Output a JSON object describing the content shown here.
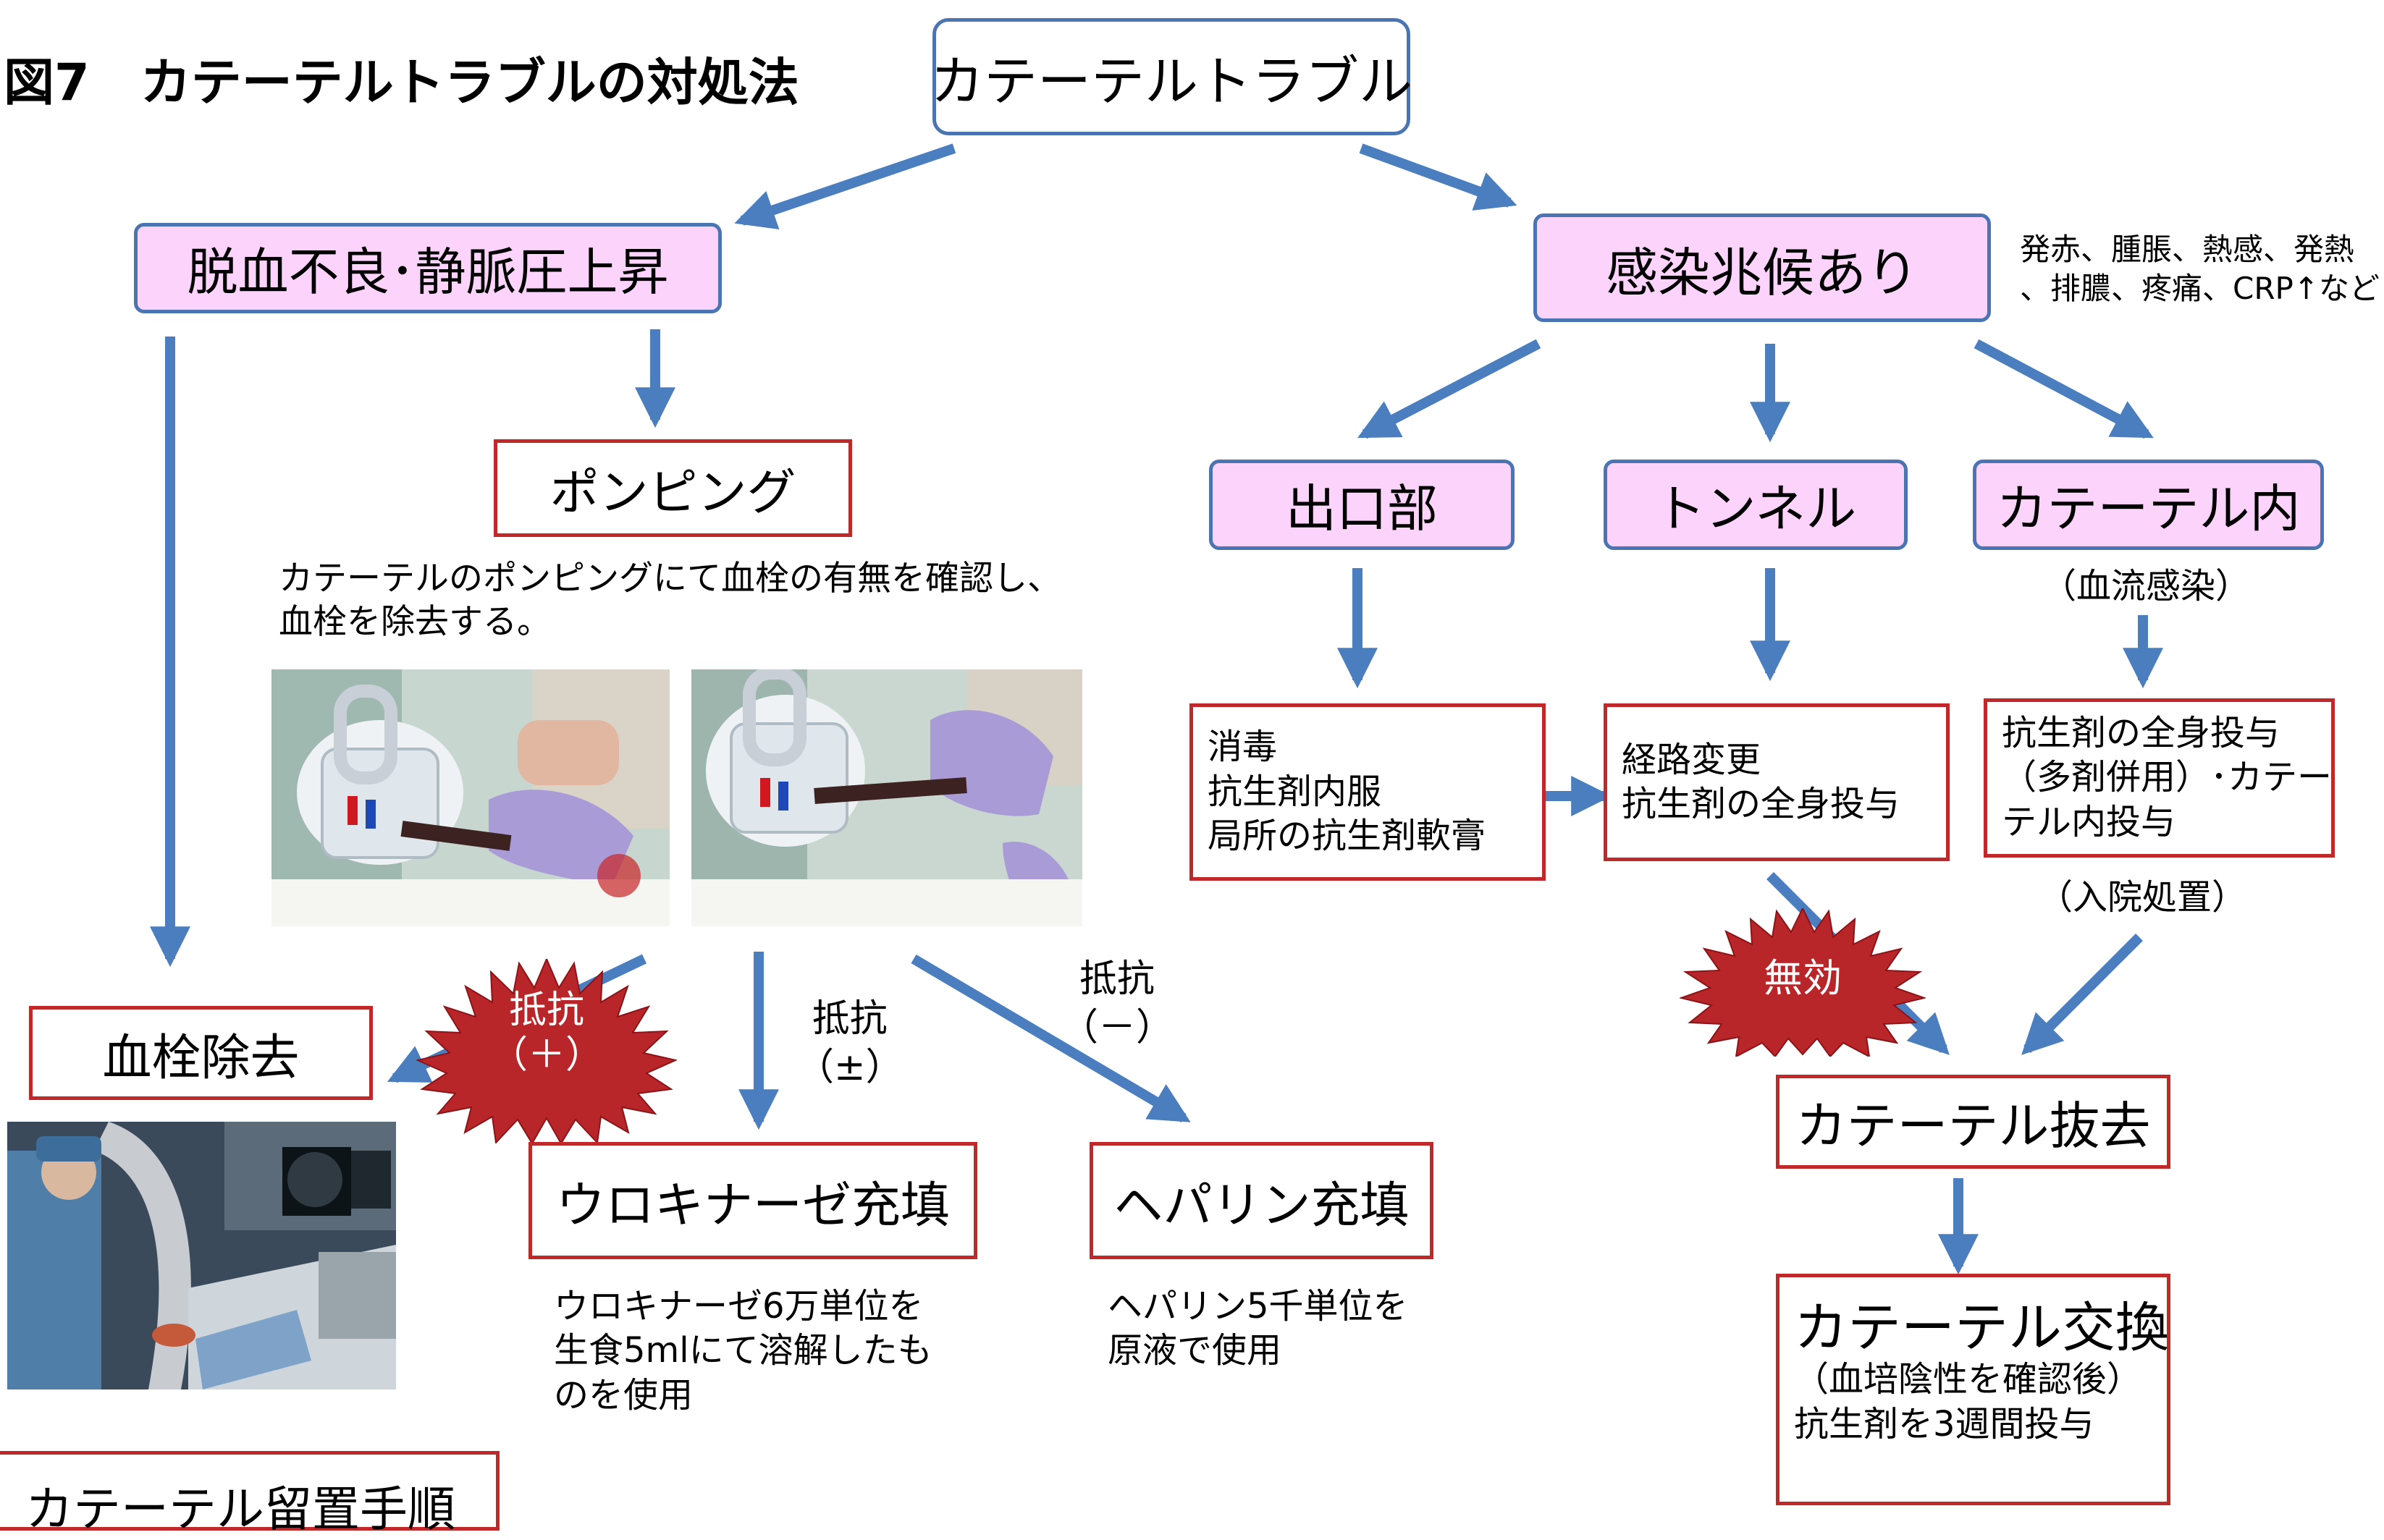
{
  "title": "図7　カテーテルトラブルの対処法",
  "root": "カテーテルトラブル",
  "left": {
    "heading": "脱血不良･静脈圧上昇",
    "pumping": "ポンピング",
    "pumping_note": "カテーテルのポンピングにて血栓の有無を確認し、\n血栓を除去する。",
    "resist_plus": "抵抗\n（＋）",
    "resist_pm": "抵抗\n（±）",
    "resist_minus": "抵抗\n（－）",
    "thrombus_removal": "血栓除去",
    "urokinase": "ウロキナーゼ充填",
    "urokinase_note": "ウロキナーゼ6万単位を\n生食5mlにて溶解したも\nのを使用",
    "heparin": "ヘパリン充填",
    "heparin_note": "ヘパリン5千単位を\n原液で使用",
    "bottom_cut": "カテーテル留置手順"
  },
  "right": {
    "heading": "感染兆候あり",
    "symptoms": "発赤、腫脹、熱感、発熱\n、排膿、疼痛、CRP↑など",
    "exit_site": "出口部",
    "tunnel": "トンネル",
    "intra_catheter": "カテーテル内",
    "blood_infection": "（血流感染）",
    "exit_treatment": "消毒\n抗生剤内服\n局所の抗生剤軟膏",
    "tunnel_treatment": "経路変更\n抗生剤の全身投与",
    "intra_treatment": "抗生剤の全身投与\n（多剤併用）･カテー\nテル内投与",
    "hospitalization": "（入院処置）",
    "ineffective": "無効",
    "removal": "カテーテル抜去",
    "exchange": "カテーテル交換",
    "exchange_note": "（血培陰性を確認後）\n抗生剤を3週間投与"
  },
  "colors": {
    "arrow": "#4a7ebf",
    "box_border_blue": "#4a74b2",
    "box_border_red": "#c0282a",
    "pink_fill": "#fbd3fb",
    "star": "#b8262a"
  }
}
